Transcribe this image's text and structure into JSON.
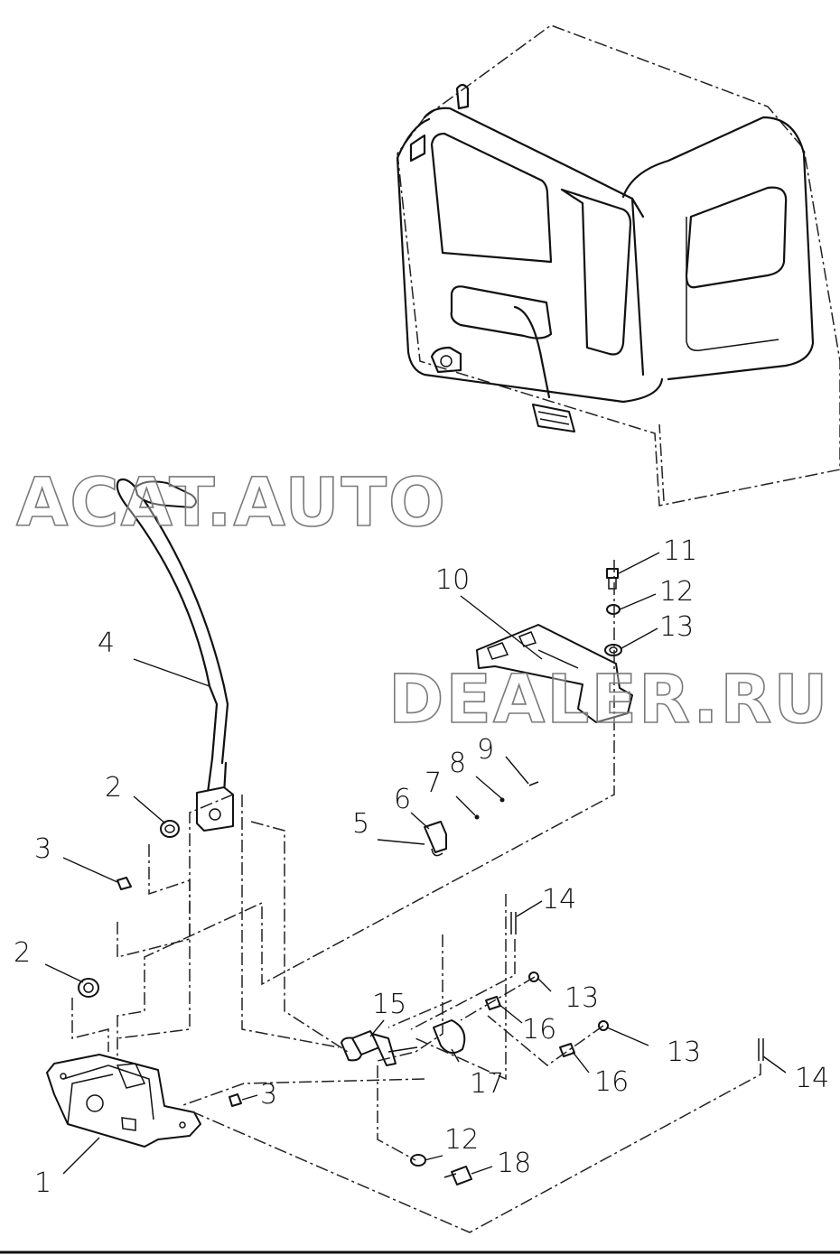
{
  "watermark": {
    "line1": "ACAT.AUTO",
    "line2": "DEALER.RU"
  },
  "callouts": [
    {
      "id": "c1",
      "label": "1"
    },
    {
      "id": "c2a",
      "label": "2"
    },
    {
      "id": "c2b",
      "label": "2"
    },
    {
      "id": "c3a",
      "label": "3"
    },
    {
      "id": "c3b",
      "label": "3"
    },
    {
      "id": "c4",
      "label": "4"
    },
    {
      "id": "c5",
      "label": "5"
    },
    {
      "id": "c6",
      "label": "6"
    },
    {
      "id": "c7",
      "label": "7"
    },
    {
      "id": "c8",
      "label": "8"
    },
    {
      "id": "c9",
      "label": "9"
    },
    {
      "id": "c10",
      "label": "10"
    },
    {
      "id": "c11",
      "label": "11"
    },
    {
      "id": "c12a",
      "label": "12"
    },
    {
      "id": "c12b",
      "label": "12"
    },
    {
      "id": "c13a",
      "label": "13"
    },
    {
      "id": "c13b",
      "label": "13"
    },
    {
      "id": "c13c",
      "label": "13"
    },
    {
      "id": "c14a",
      "label": "14"
    },
    {
      "id": "c14b",
      "label": "14"
    },
    {
      "id": "c15",
      "label": "15"
    },
    {
      "id": "c16a",
      "label": "16"
    },
    {
      "id": "c16b",
      "label": "16"
    },
    {
      "id": "c17",
      "label": "17"
    },
    {
      "id": "c18",
      "label": "18"
    }
  ]
}
